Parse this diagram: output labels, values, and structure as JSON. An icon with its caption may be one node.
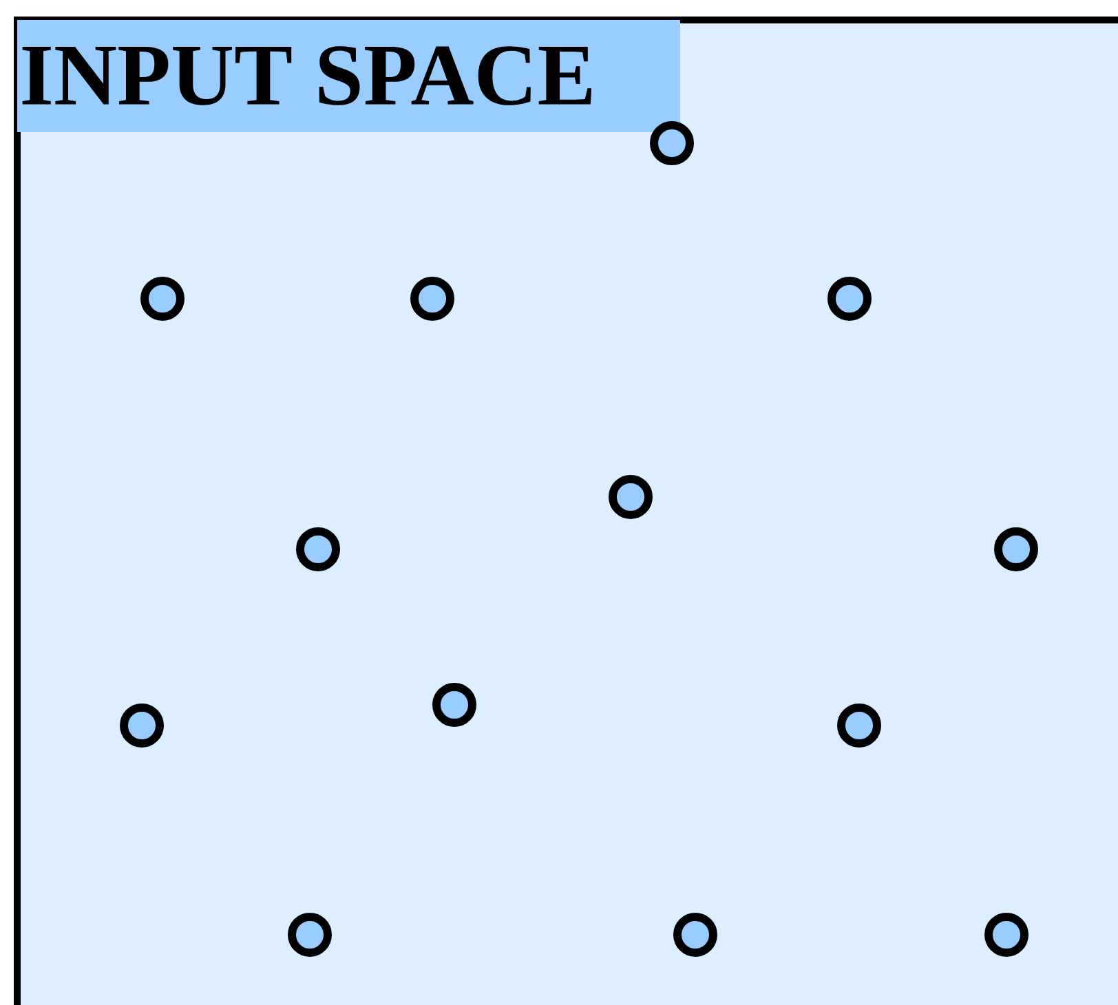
{
  "diagram": {
    "nodes": [
      {
        "text": [
          "INPUT SPACE"
        ]
      },
      {
        "text": [],
        "shape": "circle",
        "in": 0
      },
      {
        "text": [],
        "shape": "circle",
        "in": 0
      },
      {
        "text": [],
        "shape": "circle",
        "in": 0
      },
      {
        "text": [],
        "shape": "circle",
        "in": 0
      },
      {
        "text": [],
        "shape": "circle",
        "in": 0
      },
      {
        "text": [],
        "shape": "circle",
        "in": 0
      },
      {
        "text": [],
        "shape": "circle",
        "in": 0
      },
      {
        "text": [],
        "shape": "circle",
        "in": 0
      },
      {
        "text": [],
        "shape": "circle",
        "in": 0
      },
      {
        "text": [],
        "shape": "circle",
        "in": 0
      },
      {
        "text": [],
        "shape": "circle",
        "in": 0
      },
      {
        "text": [],
        "shape": "circle",
        "in": 0
      },
      {
        "text": [],
        "shape": "circle",
        "in": 0
      }
    ]
  }
}
